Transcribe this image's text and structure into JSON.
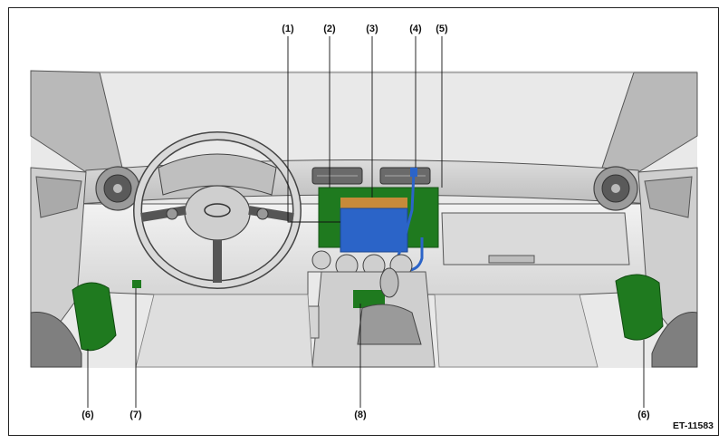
{
  "callouts": {
    "c1": "(1)",
    "c2": "(2)",
    "c3": "(3)",
    "c4": "(4)",
    "c5": "(5)",
    "c6_left": "(6)",
    "c6_right": "(6)",
    "c7": "(7)",
    "c8": "(8)"
  },
  "figure_id": "ET-11583",
  "colors": {
    "highlight_green": "#1f7a1f",
    "highlight_blue": "#2b64c8",
    "highlight_orange": "#c78a3a",
    "line_art": "#4a4a4a"
  }
}
